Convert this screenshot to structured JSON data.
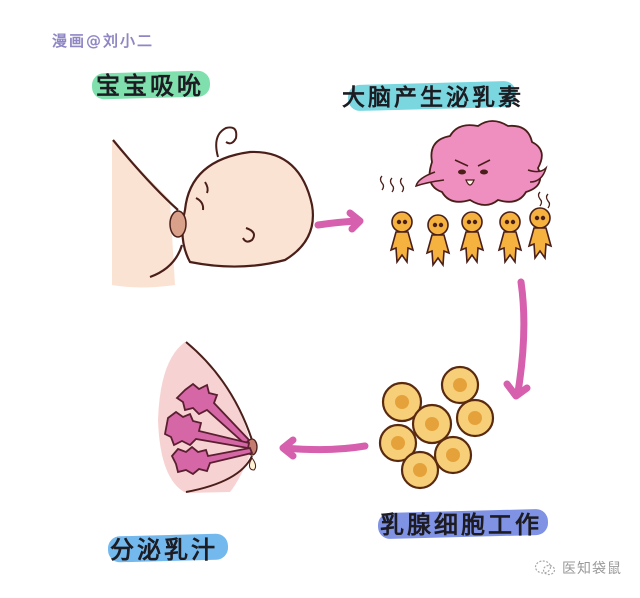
{
  "credit": "漫画@刘小二",
  "steps": [
    {
      "label": "宝宝吸吮",
      "highlight": "#7fe0ad"
    },
    {
      "label": "大脑产生泌乳素",
      "highlight": "#7ad7e0"
    },
    {
      "label": "乳腺细胞工作",
      "highlight": "#7f92e3"
    },
    {
      "label": "分泌乳汁",
      "highlight": "#74b9ee"
    }
  ],
  "watermark": {
    "icon": "wechat-bubble-icon",
    "text": "医知袋鼠"
  },
  "colors": {
    "arrow": "#d65fae",
    "skin": "#fbe3d3",
    "outline": "#4a1f1a",
    "brain": "#ef8fc0",
    "hormone": "#f5b23e",
    "cell": "#f6cf78",
    "cell_nucleus": "#e6a23a",
    "breast": "#f7d2d2",
    "gland": "#d567a6"
  }
}
